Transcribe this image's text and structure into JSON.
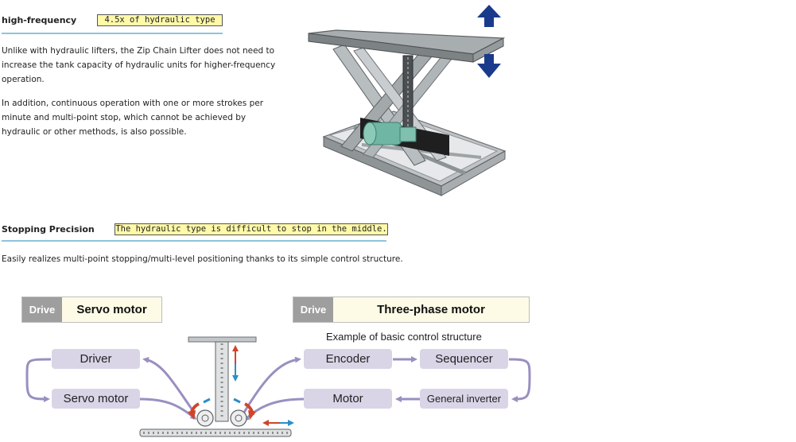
{
  "sections": {
    "high_frequency": {
      "heading": "high-frequency",
      "tag": "4.5x of hydraulic type",
      "paragraphs": [
        "Unlike with hydraulic lifters, the Zip Chain Lifter does not need to increase the tank capacity of hydraulic units for higher-frequency operation.",
        "In addition, continuous operation with one or more strokes per minute and multi-point stop, which cannot be achieved by hydraulic or other methods, is also possible."
      ]
    },
    "stopping_precision": {
      "heading": "Stopping Precision",
      "tag": "The hydraulic type is difficult to stop in the middle.",
      "paragraph": "Easily realizes multi-point stopping/multi-level positioning thanks to its simple control structure."
    }
  },
  "diagram": {
    "left": {
      "drive_label": "Drive",
      "drive_value": "Servo motor",
      "nodes": {
        "driver": "Driver",
        "servo_motor": "Servo motor"
      }
    },
    "right": {
      "drive_label": "Drive",
      "drive_value": "Three-phase motor",
      "caption": "Example of basic control structure",
      "nodes": {
        "encoder": "Encoder",
        "sequencer": "Sequencer",
        "motor": "Motor",
        "inverter": "General inverter"
      }
    }
  },
  "colors": {
    "tag_bg": "#fff9a8",
    "rule": "#8fc4d8",
    "node_bg": "#d9d5e7",
    "flow_arrow": "#9a8fc0",
    "up_down_arrow": "#1a3a8c"
  }
}
